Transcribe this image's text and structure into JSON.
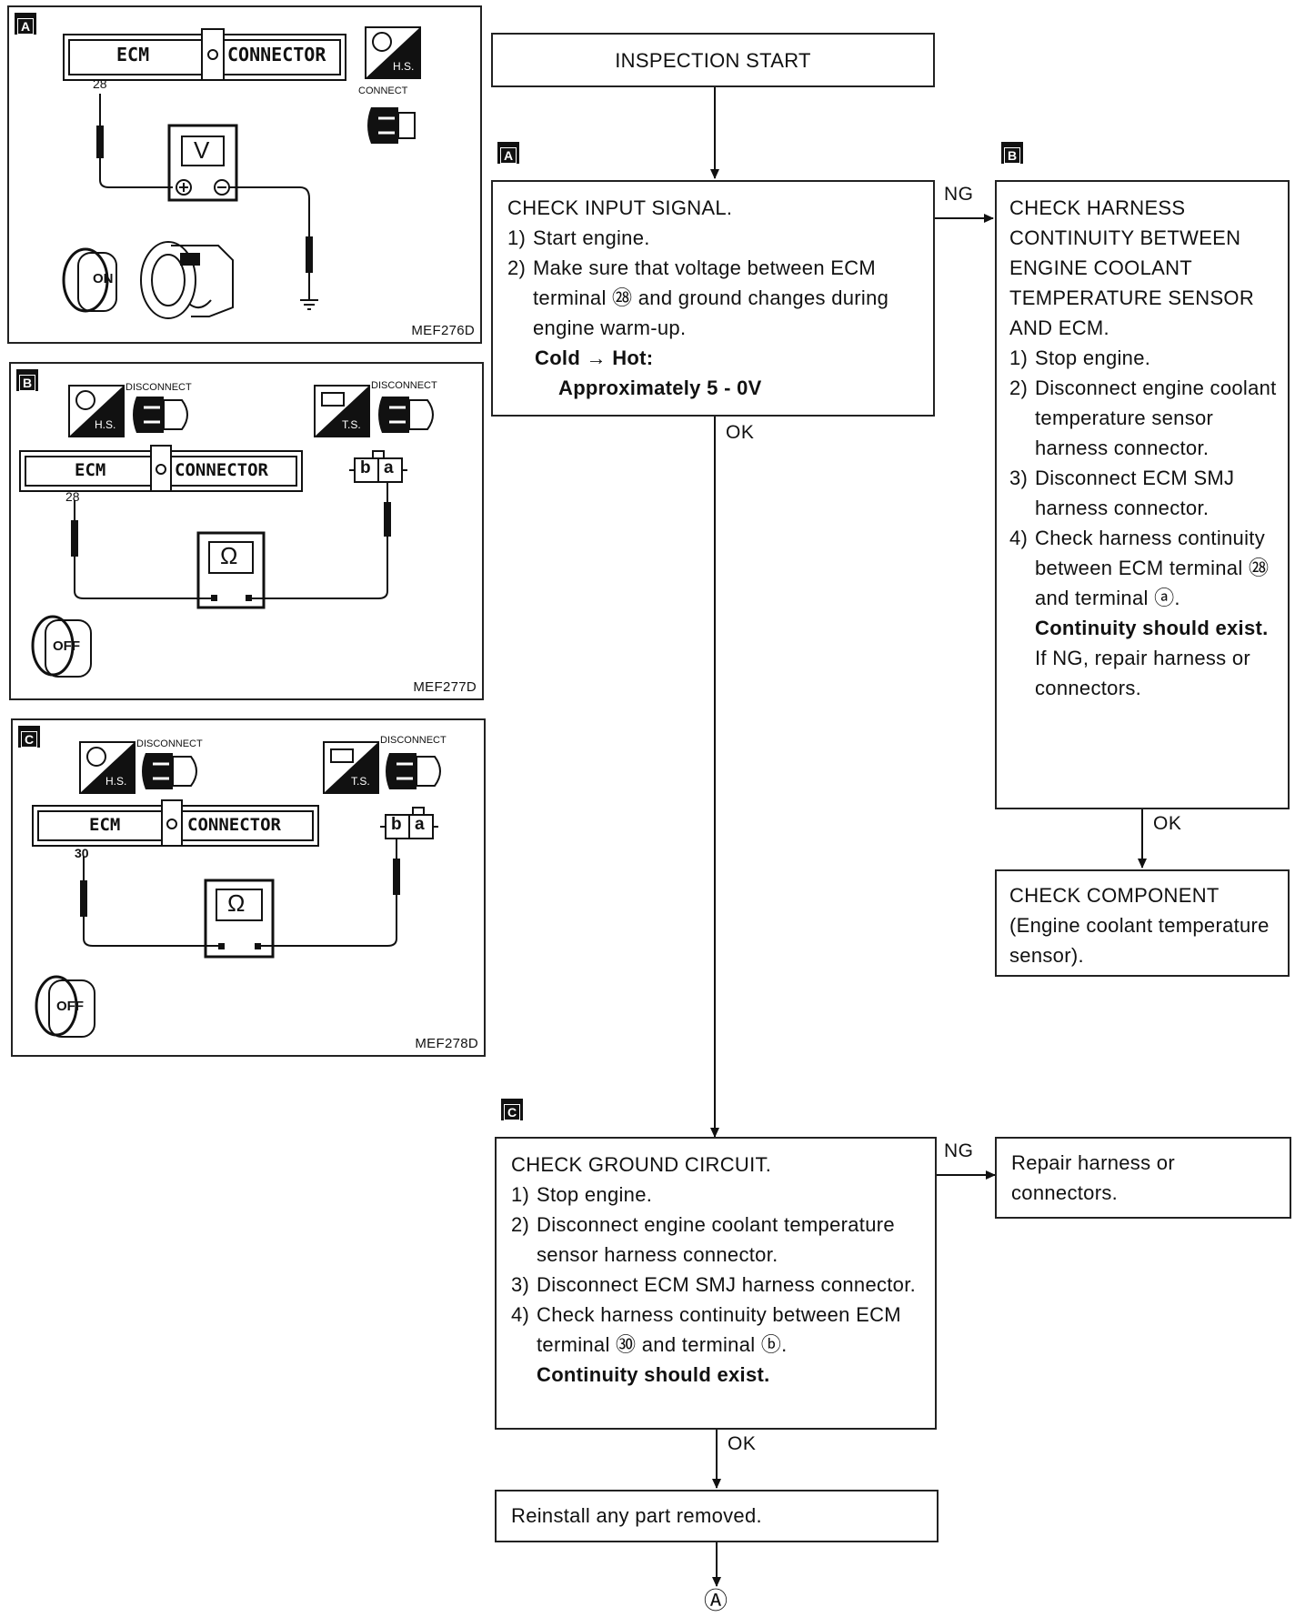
{
  "panels": [
    {
      "tag": "A",
      "ecm": "ECM",
      "connector": "CONNECTOR",
      "pin": "28",
      "hs": "H.S.",
      "action1": "CONNECT",
      "meter": "V",
      "key": "ON",
      "code": "MEF276D"
    },
    {
      "tag": "B",
      "ecm": "ECM",
      "connector": "CONNECTOR",
      "pin": "28",
      "hs": "H.S.",
      "ts": "T.S.",
      "action1": "DISCONNECT",
      "action2": "DISCONNECT",
      "meter": "Ω",
      "term_b": "b",
      "term_a": "a",
      "key": "OFF",
      "code": "MEF277D"
    },
    {
      "tag": "C",
      "ecm": "ECM",
      "connector": "CONNECTOR",
      "pin": "30",
      "hs": "H.S.",
      "ts": "T.S.",
      "action1": "DISCONNECT",
      "action2": "DISCONNECT",
      "meter": "Ω",
      "term_b": "b",
      "term_a": "a",
      "key": "OFF",
      "code": "MEF278D"
    }
  ],
  "flow": {
    "start": "INSPECTION START",
    "stepA": {
      "tag": "A",
      "title": "CHECK INPUT SIGNAL.",
      "items": [
        {
          "n": "1)",
          "text": "Start engine."
        },
        {
          "n": "2)",
          "text": "Make sure that voltage between ECM terminal ㉘ and ground changes during engine warm-up."
        }
      ],
      "bold1": "Cold → Hot:",
      "bold2": "Approximately 5 - 0V"
    },
    "stepB": {
      "tag": "B",
      "title": "CHECK HARNESS CONTINUITY BETWEEN ENGINE COOLANT TEMPERATURE SENSOR AND ECM.",
      "items": [
        {
          "n": "1)",
          "text": "Stop engine."
        },
        {
          "n": "2)",
          "text": "Disconnect engine coolant temperature sensor harness connector."
        },
        {
          "n": "3)",
          "text": "Disconnect ECM SMJ harness connector."
        },
        {
          "n": "4)",
          "text": "Check harness continuity between ECM terminal ㉘ and terminal ⓐ."
        }
      ],
      "bold": "Continuity should exist.",
      "note": "If NG, repair harness or connectors."
    },
    "component": "CHECK COMPONENT (Engine coolant temperature sensor).",
    "stepC": {
      "tag": "C",
      "title": "CHECK GROUND CIRCUIT.",
      "items": [
        {
          "n": "1)",
          "text": "Stop engine."
        },
        {
          "n": "2)",
          "text": "Disconnect engine coolant temperature sensor harness connector."
        },
        {
          "n": "3)",
          "text": "Disconnect ECM SMJ harness connector."
        },
        {
          "n": "4)",
          "text": "Check harness continuity between ECM terminal ㉚ and terminal ⓑ."
        }
      ],
      "bold": "Continuity should exist."
    },
    "repair": "Repair harness or connectors.",
    "reinstall": "Reinstall any part removed.",
    "end": "Ⓐ",
    "labels": {
      "ng1": "NG",
      "ok1": "OK",
      "ok2": "OK",
      "ng2": "NG",
      "ok3": "OK"
    }
  }
}
